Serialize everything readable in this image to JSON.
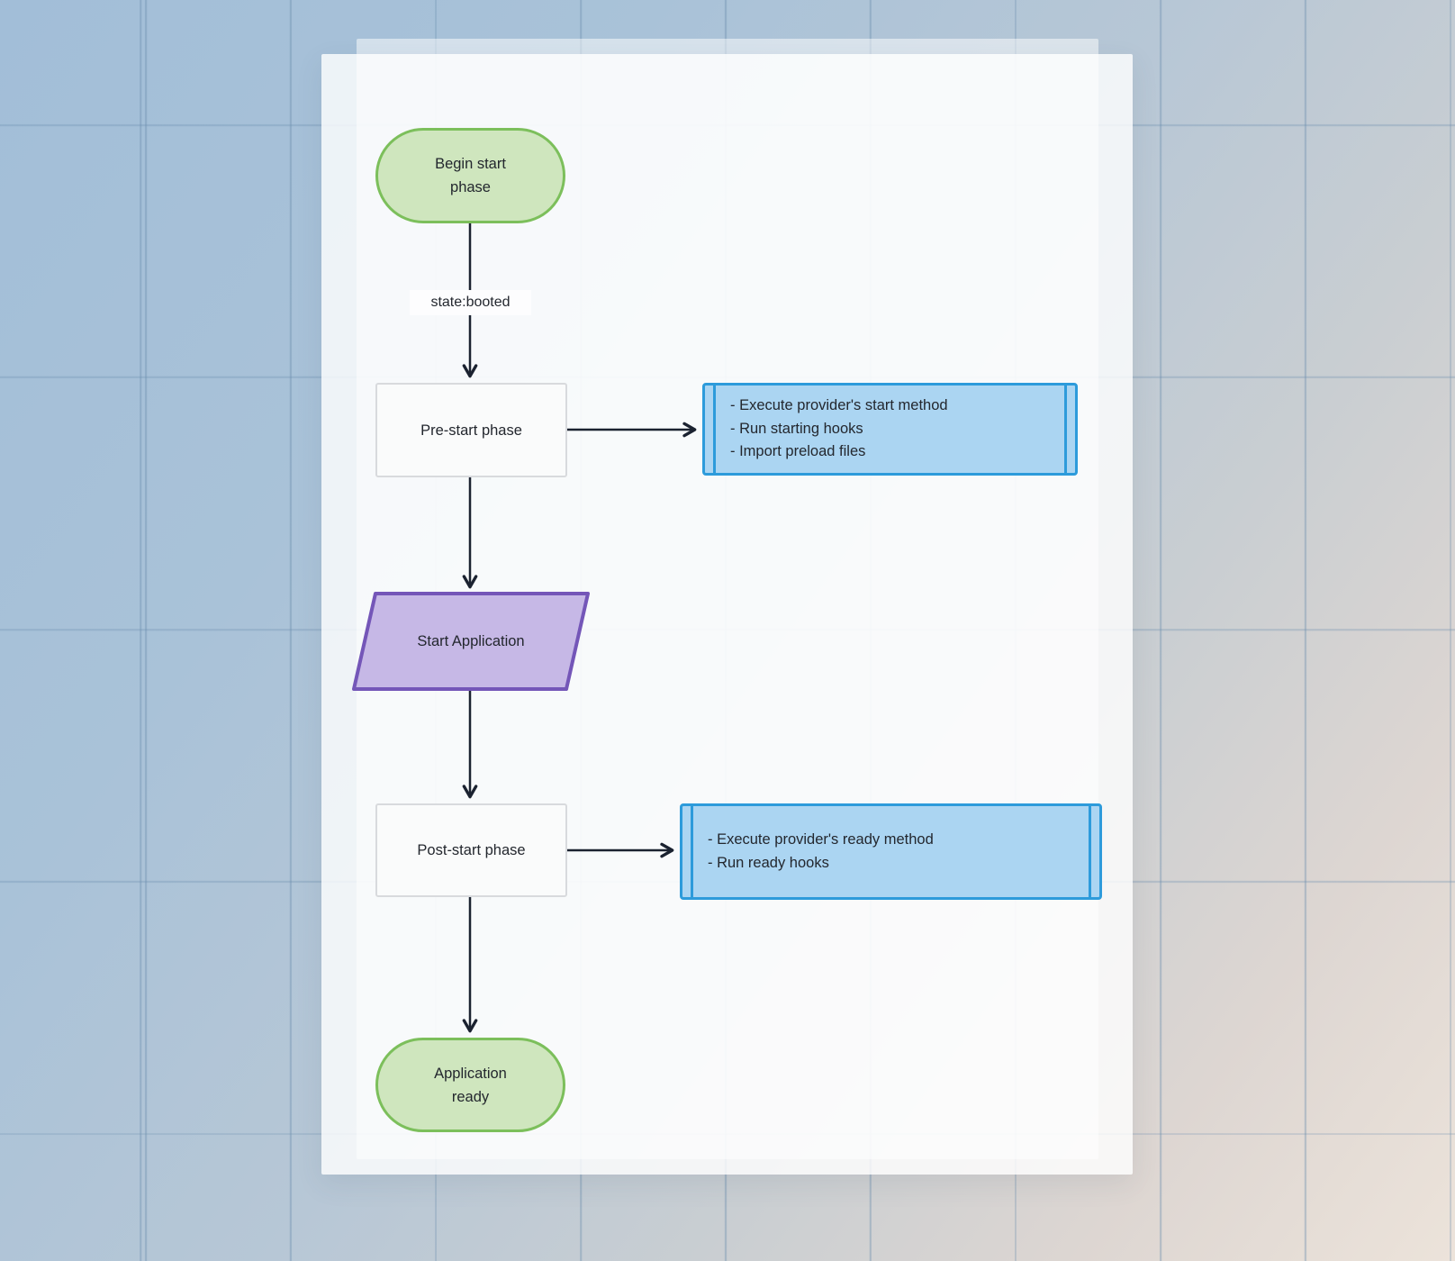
{
  "diagram": {
    "nodes": {
      "begin": {
        "label": "Begin start phase"
      },
      "prestart": {
        "label": "Pre-start phase"
      },
      "prestart_actions": {
        "lines": [
          "- Execute provider's start method",
          "- Run starting hooks",
          "- Import preload files"
        ]
      },
      "start_app": {
        "label": "Start Application"
      },
      "poststart": {
        "label": "Post-start phase"
      },
      "poststart_actions": {
        "lines": [
          "- Execute provider's ready method",
          "- Run ready hooks"
        ]
      },
      "ready": {
        "label": "Application ready"
      }
    },
    "edges": {
      "booted_label": "state:booted"
    },
    "colors": {
      "terminal_fill": "#cfe6be",
      "terminal_border": "#7cbf5b",
      "process_fill": "#fafbfb",
      "process_border": "#d8dadd",
      "subroutine_fill": "#abd5f2",
      "subroutine_border": "#2d9bdb",
      "io_fill": "#c6b8e6",
      "io_border": "#7456b8",
      "arrow": "#1b2230"
    }
  }
}
